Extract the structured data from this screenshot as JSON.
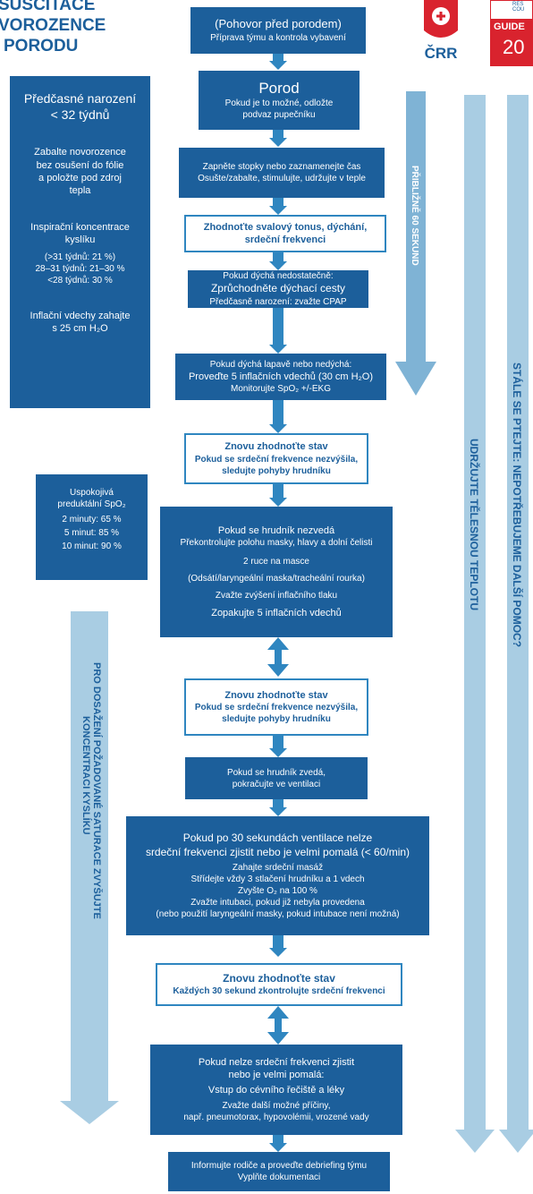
{
  "title": {
    "line1": "SUSCITACE",
    "line2": "VOROZENCE",
    "line3": "PORODU"
  },
  "logos": {
    "crr": "ČRR",
    "guide": "GUIDE",
    "year": "20",
    "rc_small": "RES COU"
  },
  "colors": {
    "dark_blue": "#1c5f9b",
    "arrow_blue": "#7fb3d5",
    "logo_red": "#d9232e"
  },
  "flow": {
    "b1": {
      "l1": "(Pohovor před porodem)",
      "l2": "Příprava týmu a kontrola vybavení"
    },
    "b2": {
      "l1": "Porod",
      "l2": "Pokud je to možné, odložte",
      "l3": "podvaz pupečníku"
    },
    "b3": {
      "l1": "Zapněte stopky nebo zaznamenejte čas",
      "l2": "Osušte/zabalte, stimulujte, udržujte v teple"
    },
    "b4": {
      "l1": "Zhodnoťte svalový tonus, dýchání,",
      "l2": "srdeční frekvenci"
    },
    "b5": {
      "l1": "Pokud dýchá nedostatečně:",
      "l2": "Zprůchodněte dýchací cesty",
      "l3": "Předčasně narození: zvažte CPAP"
    },
    "b6": {
      "l1": "Pokud dýchá lapavě nebo nedýchá:",
      "l2": "Proveďte 5 inflačních vdechů (30 cm H₂O)",
      "l3": "Monitorujte SpO₂ +/-EKG"
    },
    "b7": {
      "l1": "Znovu zhodnoťte stav",
      "l2": "Pokud se srdeční frekvence nezvýšila,",
      "l3": "sledujte pohyby hrudníku"
    },
    "b8": {
      "l1": "Pokud se hrudník nezvedá",
      "l2": "Překontrolujte polohu masky, hlavy a dolní čelisti",
      "l3": "2 ruce na masce",
      "l4": "(Odsátí/laryngeální maska/tracheální rourka)",
      "l5": "Zvažte zvýšení inflačního tlaku",
      "l6": "Zopakujte 5 inflačních vdechů"
    },
    "b9": {
      "l1": "Znovu zhodnoťte stav",
      "l2": "Pokud se srdeční frekvence nezvýšila,",
      "l3": "sledujte pohyby hrudníku"
    },
    "b10": {
      "l1": "Pokud se hrudník zvedá,",
      "l2": "pokračujte ve ventilaci"
    },
    "b11": {
      "l1": "Pokud po 30 sekundách ventilace nelze",
      "l2": "srdeční frekvenci zjistit nebo je velmi pomalá (< 60/min)",
      "l3": "Zahajte srdeční masáž",
      "l4": "Střídejte vždy 3 stlačení hrudníku a 1 vdech",
      "l5": "Zvyšte O₂ na 100 %",
      "l6": "Zvažte intubaci, pokud již nebyla provedena",
      "l7": "(nebo použití laryngeální masky, pokud intubace není možná)"
    },
    "b12": {
      "l1": "Znovu zhodnoťte stav",
      "l2": "Každých 30 sekund zkontrolujte srdeční frekvenci"
    },
    "b13": {
      "l1": "Pokud nelze srdeční frekvenci zjistit",
      "l2": "nebo je velmi pomalá:",
      "l3": "Vstup do cévního řečiště a léky",
      "l4": "Zvažte další možné příčiny,",
      "l5": "např. pneumotorax, hypovolémii, vrozené vady"
    },
    "b14": {
      "l1": "Informujte rodiče a proveďte debriefing týmu",
      "l2": "Vyplňte dokumentaci"
    }
  },
  "left_panel": {
    "h1": "Předčasné narození",
    "h2": "< 32 týdnů",
    "wrap": [
      "Zabalte novorozence",
      "bez osušení do fólie",
      "a položte pod zdroj",
      "tepla"
    ],
    "oxy_head": [
      "Inspirační koncentrace",
      "kyslíku"
    ],
    "oxy_values": [
      "(>31 týdnů: 21 %)",
      "28–31 týdnů: 21–30 %",
      "<28 týdnů: 30 %"
    ],
    "infl": [
      "Inflační vdechy zahajte",
      "s 25 cm H₂O"
    ]
  },
  "spo2_panel": {
    "head": [
      "Uspokojivá",
      "preduktální SpO₂"
    ],
    "rows": [
      "2 minuty: 65 %",
      "5 minut: 85 %",
      "10 minut: 90 %"
    ]
  },
  "side_arrows": {
    "sixty": "PŘIBLIŽNĚ 60 SEKUND",
    "temp": "UDRŽUJTE TĚLESNOU TEPLOTU",
    "help": "STÁLE SE PTEJTE: NEPOTŘEBUJEME DALŠÍ POMOC?",
    "sat": "PRO DOSAŽENÍ POŽADOVANÉ SATURACE ZVYŠUJTE",
    "sat2": "KONCENTRACI KYSLÍKU"
  }
}
